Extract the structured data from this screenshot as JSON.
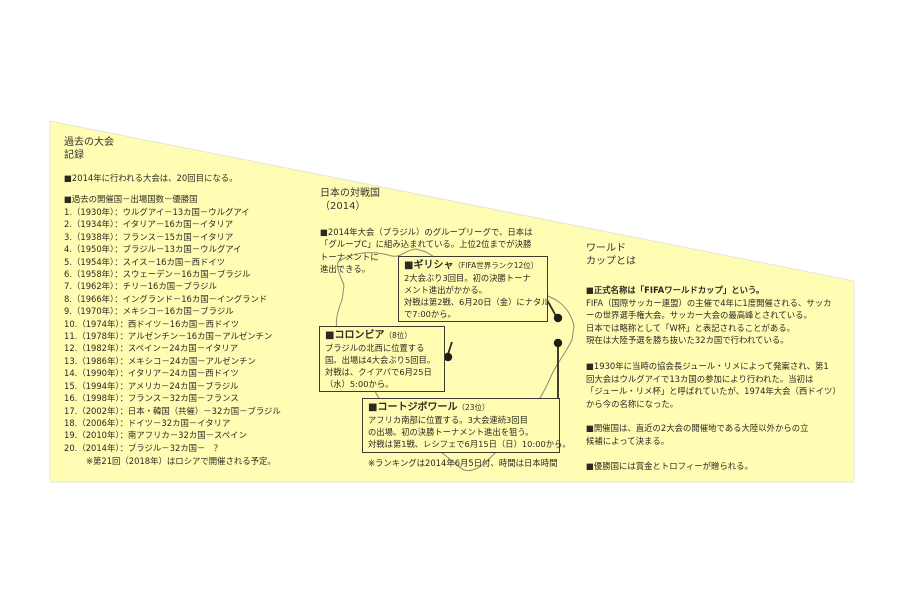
{
  "colors": {
    "paper": "#fffdb3",
    "ink": "#2a2a22",
    "border": "#3a3a30",
    "map": "#8a8a78"
  },
  "left": {
    "heading_1": "過去の大会",
    "heading_2": "記録",
    "intro": "■2014年に行われる大会は、20回目になる。",
    "list_title": "■過去の開催国－出場国数－優勝国",
    "entries": [
      "1.（1930年）：ウルグアイ－13カ国－ウルグアイ",
      "2.（1934年）：イタリア－16カ国－イタリア",
      "3.（1938年）：フランス－15カ国－イタリア",
      "4.（1950年）：ブラジル－13カ国－ウルグアイ",
      "5.（1954年）：スイス－16カ国－西ドイツ",
      "6.（1958年）：スウェーデン－16カ国－ブラジル",
      "7.（1962年）：チリ－16カ国－ブラジル",
      "8.（1966年）：イングランド－16カ国－イングランド",
      "9.（1970年）：メキシコ－16カ国－ブラジル",
      "10.（1974年）：西ドイツ－16カ国－西ドイツ",
      "11.（1978年）：アルゼンチン－16カ国－アルゼンチン",
      "12.（1982年）：スペイン－24カ国－イタリア",
      "13.（1986年）：メキシコ－24カ国－アルゼンチン",
      "14.（1990年）：イタリア－24カ国－西ドイツ",
      "15.（1994年）：アメリカ－24カ国－ブラジル",
      "16.（1998年）：フランス－32カ国－フランス",
      "17.（2002年）：日本・韓国（共催）－32カ国－ブラジル",
      "18.（2006年）：ドイツ－32カ国－イタリア",
      "19.（2010年）：南アフリカ－32カ国－スペイン",
      "20.（2014年）：ブラジル－32カ国－　？"
    ],
    "note": "※第21回（2018年）はロシアで開催される予定。"
  },
  "middle": {
    "heading_1": "日本の対戦国",
    "heading_2": "（2014）",
    "intro": [
      "■2014年大会（ブラジル）のグループリーグで、日本は",
      "「グループC」に組み込まれている。上位2位までが決勝",
      "トーナメントに",
      "進出できる。"
    ],
    "greece": {
      "name": "■ギリシャ",
      "rank": "（FIFA世界ランク12位）",
      "lines": [
        "2大会ぶり3回目。初の決勝トーナ",
        "メント進出がかかる。",
        "対戦は第2戦、6月20日（金）にナタル",
        "で7:00から。"
      ]
    },
    "colombia": {
      "name": "■コロンビア",
      "rank": "（8位）",
      "lines": [
        "ブラジルの北西に位置する",
        "国。出場は4大会ぶり5回目。",
        "対戦は、クイアバで6月25日",
        "（水）5:00から。"
      ]
    },
    "ivory": {
      "name": "■コートジボワール",
      "rank": "（23位）",
      "lines": [
        "アフリカ南部に位置する。3大会連続3回目",
        "の出場。初の決勝トーナメント進出を狙う。",
        "対戦は第1戦、レシフェで6月15日（日）10:00から。"
      ]
    },
    "note": "※ランキングは2014年6月5日付、時間は日本時間"
  },
  "right": {
    "heading_1": "ワールド",
    "heading_2": "カップとは",
    "p1": [
      "■正式名称は「FIFAワールドカップ」という。",
      "FIFA（国際サッカー連盟）の主催で4年に1度開催される、サッカ",
      "ーの世界選手権大会。サッカー大会の最高峰とされている。",
      "日本では略称として「W杯」と表記されることがある。",
      "現在は大陸予選を勝ち抜いた32カ国で行われている。"
    ],
    "p2": [
      "■1930年に当時の協会長ジュール・リメによって発案され、第1",
      "回大会はウルグアイで13カ国の参加により行われた。当初は",
      "「ジュール・リメ杯」と呼ばれていたが、1974年大会（西ドイツ）",
      "から今の名称になった。"
    ],
    "p3": [
      "■開催国は、直近の2大会の開催地である大陸以外からの立",
      "候補によって決まる。"
    ],
    "p4": [
      "■優勝国には賞金とトロフィーが贈られる。"
    ]
  }
}
